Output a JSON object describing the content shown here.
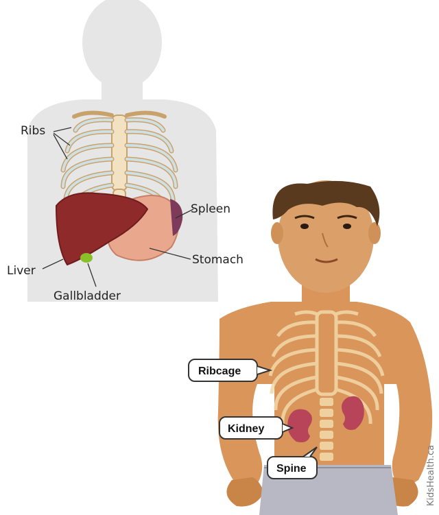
{
  "figure_top": {
    "labels": {
      "ribs": "Ribs",
      "spleen": "Spleen",
      "liver": "Liver",
      "stomach": "Stomach",
      "gallbladder": "Gallbladder"
    }
  },
  "figure_bottom": {
    "labels": {
      "ribcage": "Ribcage",
      "kidney": "Kidney",
      "spine": "Spine"
    },
    "credit": "KidsHealth.ca"
  },
  "colors": {
    "silhouette": "#e6e6e6",
    "bone": "#f2e2c2",
    "rib_outline": "#c9a26b",
    "liver": "#8e2a2a",
    "stomach": "#e9a88e",
    "spleen": "#7d3a5a",
    "gallbladder": "#8bbf2a",
    "skin": "#d9955a",
    "hair": "#5a3a1e",
    "kidney": "#b8445a",
    "pants": "#b8b8c4"
  }
}
